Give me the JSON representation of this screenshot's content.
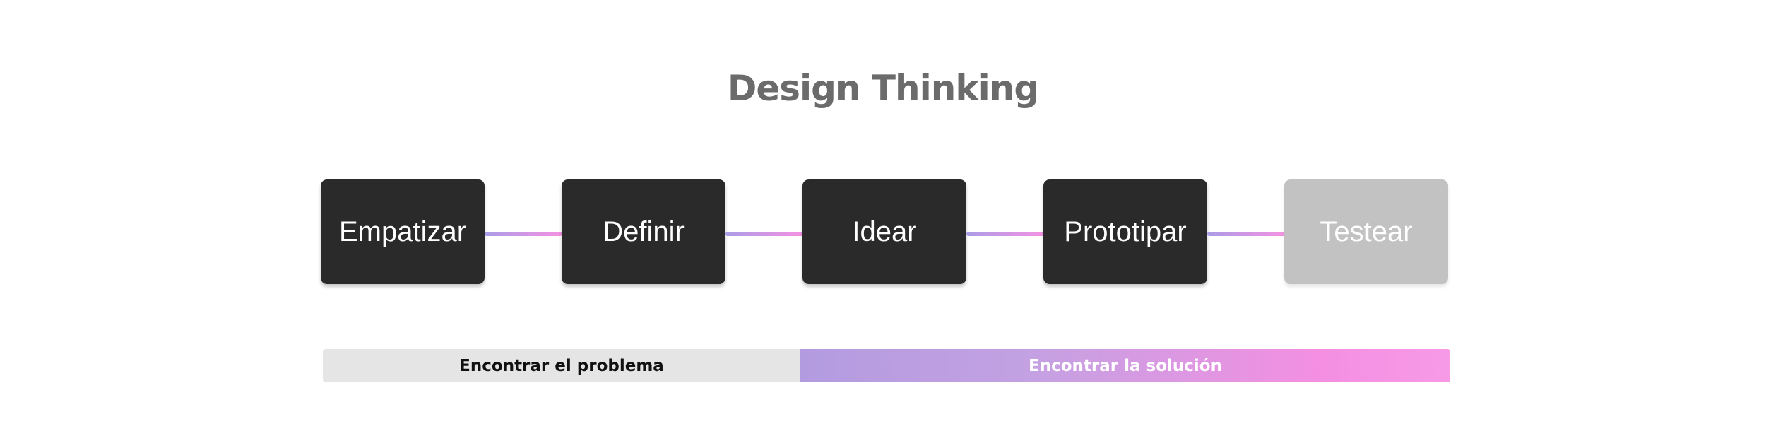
{
  "title": "Design Thinking",
  "steps": [
    {
      "label": "Empatizar",
      "state": "active"
    },
    {
      "label": "Definir",
      "state": "active"
    },
    {
      "label": "Idear",
      "state": "active"
    },
    {
      "label": "Prototipar",
      "state": "active"
    },
    {
      "label": "Testear",
      "state": "inactive"
    }
  ],
  "phases": {
    "problem": "Encontrar el problema",
    "solution": "Encontrar la solución"
  },
  "colors": {
    "step_active": "#2a2a2a",
    "step_inactive": "#c2c2c2",
    "title": "#6b6b6b",
    "gradient_start": "#ab9ce6",
    "gradient_end": "#f592e3",
    "problem_bar": "#e5e5e5"
  }
}
